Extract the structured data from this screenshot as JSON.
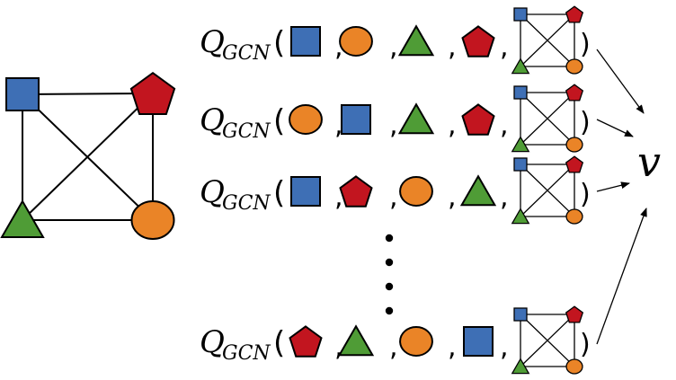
{
  "colors": {
    "square": "#3e6fb5",
    "circle": "#ea8427",
    "triangle": "#4f9c36",
    "pentagon": "#c2151f"
  },
  "label": {
    "main": "Q",
    "sub": "GCN"
  },
  "comma": ",",
  "open_paren": "(",
  "close_paren": ")",
  "output": "v",
  "graph_nodes": [
    "square",
    "pentagon",
    "triangle",
    "circle"
  ],
  "rows": [
    {
      "sequence": [
        "square",
        "circle",
        "triangle",
        "pentagon"
      ]
    },
    {
      "sequence": [
        "circle",
        "square",
        "triangle",
        "pentagon"
      ]
    },
    {
      "sequence": [
        "square",
        "pentagon",
        "circle",
        "triangle"
      ]
    },
    {
      "sequence": [
        "pentagon",
        "triangle",
        "circle",
        "square"
      ]
    }
  ],
  "ellipsis": "⋮"
}
